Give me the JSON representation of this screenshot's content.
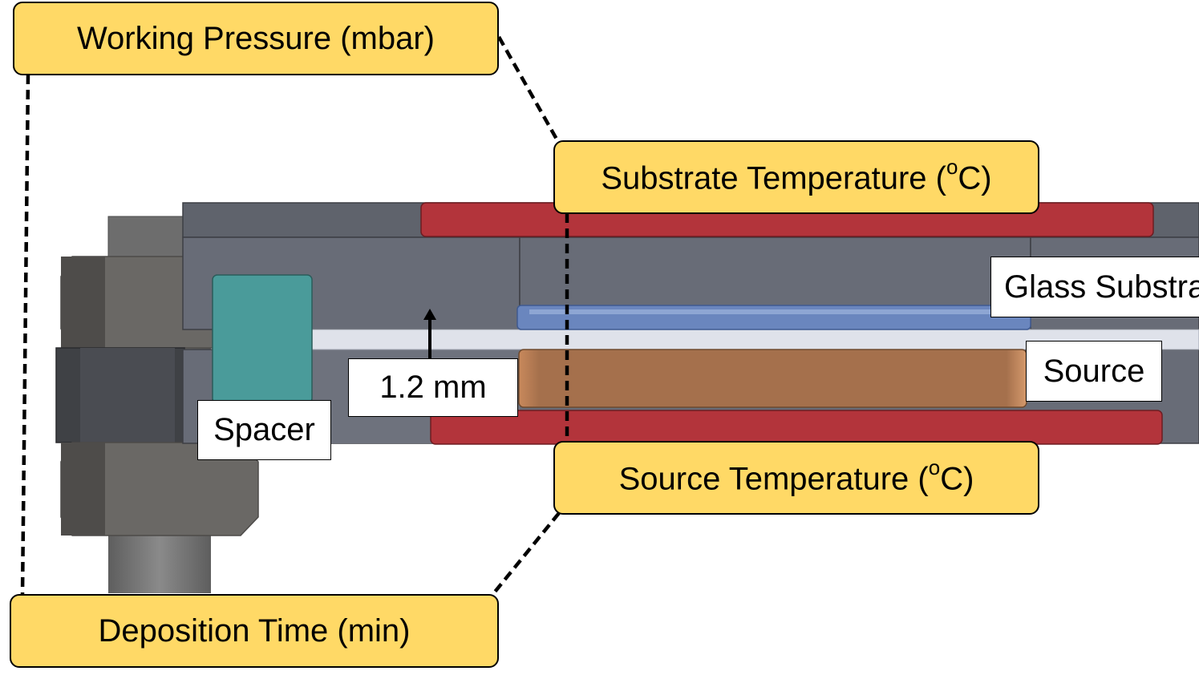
{
  "parameters": {
    "working_pressure": "Working Pressure (mbar)",
    "substrate_temperature_prefix": "Substrate Temperature (",
    "source_temperature_prefix": "Source Temperature (",
    "temperature_superscript": "o",
    "temperature_suffix": "C)",
    "deposition_time": "Deposition Time (min)"
  },
  "labels": {
    "spacer": "Spacer",
    "gap": "1.2 mm",
    "glass_substrate": "Glass Substrate",
    "source": "Source"
  },
  "colors": {
    "param_fill": "#ffd966",
    "heater_red": "#b3343b",
    "chamber_gray": "#686c77",
    "spacer_teal": "#4a9b9a",
    "glass_blue": "#6a86be",
    "source_copper": "#b07c56",
    "gap_light": "#dfe2ea"
  }
}
